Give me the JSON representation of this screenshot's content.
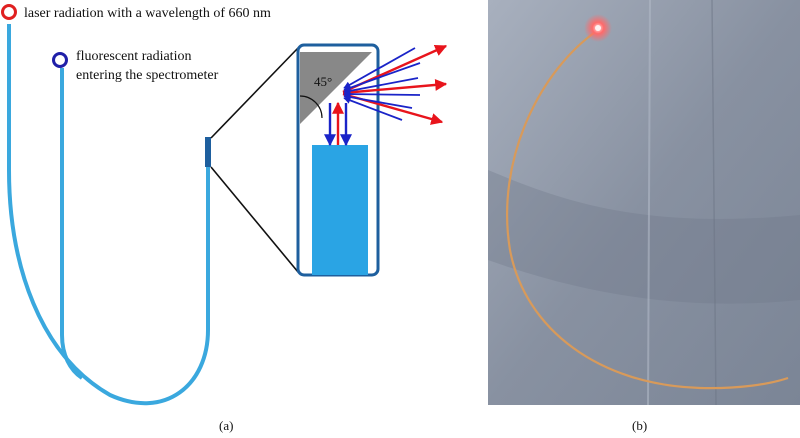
{
  "labels": {
    "laser": "laser radiation with a wavelength of 660 nm",
    "fluorescent_line1": "fluorescent radiation",
    "fluorescent_line2": "entering the spectrometer",
    "angle": "45°",
    "caption_a": "(a)",
    "caption_b": "(b)"
  },
  "colors": {
    "fiber": "#3aa8de",
    "fiber_dark": "#1e5f9e",
    "laser_port": "#e02020",
    "fluorescent_port": "#1f1fa8",
    "mirror": "#888888",
    "laser_arrow": "#e8141c",
    "fluorescent_arrow": "#1a24c8",
    "photo_background": "#8a93a3",
    "photo_fiber": "#d89a5a",
    "photo_laser_spot": "#ff6a6a"
  },
  "icons": {
    "laser_port": "red-ring-icon",
    "fluorescent_port": "blue-ring-icon"
  }
}
